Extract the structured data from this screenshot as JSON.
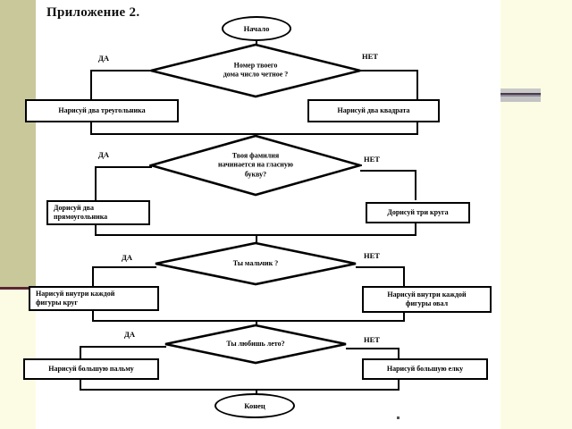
{
  "slide": {
    "title": "Приложение 2.",
    "background_left_color": "#c8c89a",
    "background_right_color": "#fcfce4",
    "canvas_color": "#ffffff",
    "rule_color": "#5a2634"
  },
  "flowchart": {
    "start_label": "Начало",
    "end_label": "Конец",
    "yes_label": "ДА",
    "no_label": "НЕТ",
    "steps": [
      {
        "id": "q1",
        "question": "Номер твоего дома число четное ?",
        "question_lines": [
          "Номер твоего",
          "дома число четное ?"
        ],
        "yes_action": "Нарисуй два треугольника",
        "no_action": "Нарисуй два квадрата"
      },
      {
        "id": "q2",
        "question": "Твоя фамилия начинается на гласную букву?",
        "question_lines": [
          "Твоя фамилия",
          "начинается на гласную",
          "букву?"
        ],
        "yes_action": "Дорисуй  два прямоугольника",
        "yes_action_lines": [
          "Дорисуй  два",
          "прямоугольника"
        ],
        "no_action": "Дорисуй три круга"
      },
      {
        "id": "q3",
        "question": "Ты мальчик ?",
        "question_lines": [
          "Ты мальчик ?"
        ],
        "yes_action": "Нарисуй внутри каждой фигуры круг",
        "yes_action_lines": [
          "Нарисуй внутри каждой",
          "фигуры круг"
        ],
        "no_action": "Нарисуй внутри  каждой фигуры  овал",
        "no_action_lines": [
          "Нарисуй внутри  каждой",
          "фигуры  овал"
        ]
      },
      {
        "id": "q4",
        "question": "Ты любишь лето?",
        "question_lines": [
          "Ты любишь лето?"
        ],
        "yes_action": "Нарисуй большую пальму",
        "no_action": "Нарисуй большую елку"
      }
    ]
  }
}
